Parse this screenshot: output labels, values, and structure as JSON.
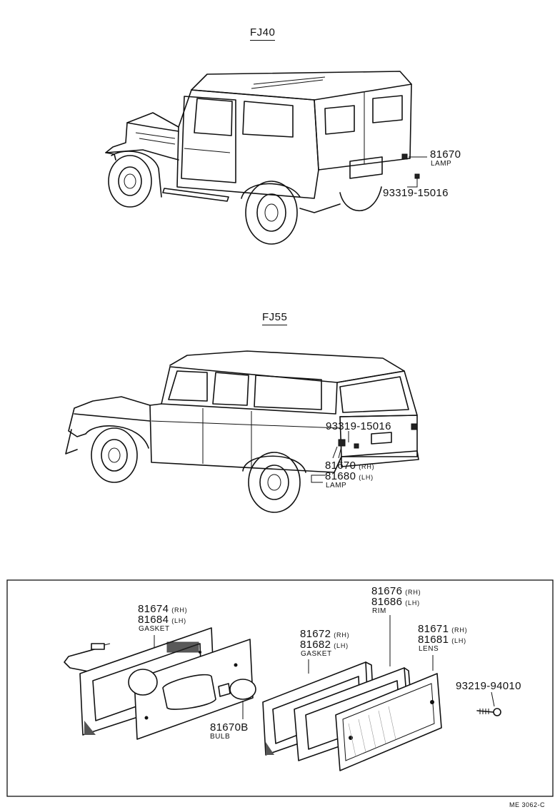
{
  "titles": {
    "fj40": "FJ40",
    "fj55": "FJ55"
  },
  "fj40": {
    "lamp_part": "81670",
    "lamp_name": "LAMP",
    "screw_part": "93319-15016"
  },
  "fj55": {
    "screw_part": "93319-15016",
    "lamp_rh_part": "81670",
    "lamp_rh_side": "(RH)",
    "lamp_lh_part": "81680",
    "lamp_lh_side": "(LH)",
    "lamp_name": "LAMP"
  },
  "detail": {
    "gasket_a_rh_part": "81674",
    "gasket_a_rh_side": "(RH)",
    "gasket_a_lh_part": "81684",
    "gasket_a_lh_side": "(LH)",
    "gasket_a_name": "GASKET",
    "bulb_part": "81670B",
    "bulb_name": "BULB",
    "gasket_b_rh_part": "81672",
    "gasket_b_rh_side": "(RH)",
    "gasket_b_lh_part": "81682",
    "gasket_b_lh_side": "(LH)",
    "gasket_b_name": "GASKET",
    "rim_rh_part": "81676",
    "rim_rh_side": "(RH)",
    "rim_lh_part": "81686",
    "rim_lh_side": "(LH)",
    "rim_name": "RIM",
    "lens_rh_part": "81671",
    "lens_rh_side": "(RH)",
    "lens_lh_part": "81681",
    "lens_lh_side": "(LH)",
    "lens_name": "LENS",
    "screw_part": "93219-94010"
  },
  "footer": {
    "ref": "ME 3062-C"
  }
}
